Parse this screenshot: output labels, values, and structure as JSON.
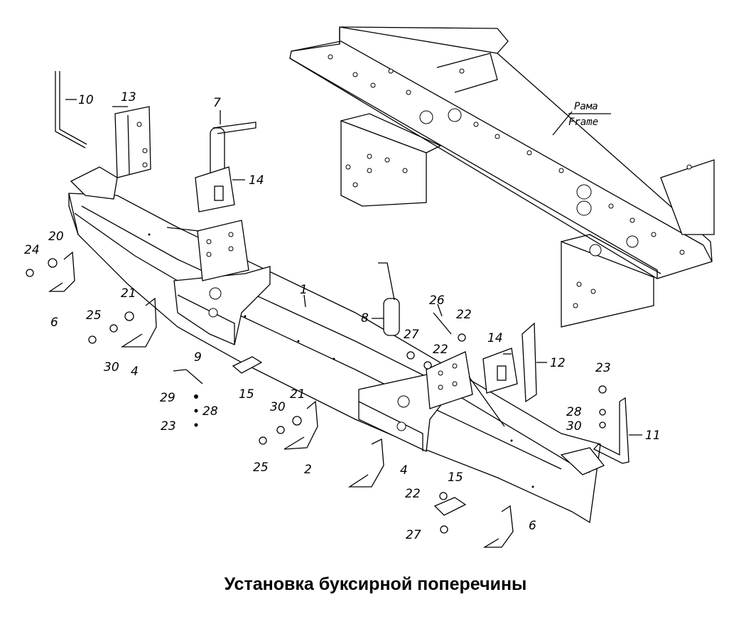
{
  "title": "Установка буксирной поперечины",
  "frame_label": {
    "ru": "Рама",
    "en": "Frame"
  },
  "callouts": [
    {
      "id": "c1",
      "text": "1"
    },
    {
      "id": "c2",
      "text": "2"
    },
    {
      "id": "c4a",
      "text": "4"
    },
    {
      "id": "c4b",
      "text": "4"
    },
    {
      "id": "c6a",
      "text": "6"
    },
    {
      "id": "c6b",
      "text": "6"
    },
    {
      "id": "c7",
      "text": "7"
    },
    {
      "id": "c8",
      "text": "8"
    },
    {
      "id": "c9",
      "text": "9"
    },
    {
      "id": "c10",
      "text": "10"
    },
    {
      "id": "c11",
      "text": "11"
    },
    {
      "id": "c12",
      "text": "12"
    },
    {
      "id": "c13",
      "text": "13"
    },
    {
      "id": "c14a",
      "text": "14"
    },
    {
      "id": "c14b",
      "text": "14"
    },
    {
      "id": "c15a",
      "text": "15"
    },
    {
      "id": "c15b",
      "text": "15"
    },
    {
      "id": "c20",
      "text": "20"
    },
    {
      "id": "c21a",
      "text": "21"
    },
    {
      "id": "c21b",
      "text": "21"
    },
    {
      "id": "c22a",
      "text": "22"
    },
    {
      "id": "c22b",
      "text": "22"
    },
    {
      "id": "c22c",
      "text": "22"
    },
    {
      "id": "c23a",
      "text": "23"
    },
    {
      "id": "c23b",
      "text": "23"
    },
    {
      "id": "c24",
      "text": "24"
    },
    {
      "id": "c25a",
      "text": "25"
    },
    {
      "id": "c25b",
      "text": "25"
    },
    {
      "id": "c26",
      "text": "26"
    },
    {
      "id": "c27a",
      "text": "27"
    },
    {
      "id": "c27b",
      "text": "27"
    },
    {
      "id": "c28a",
      "text": "28"
    },
    {
      "id": "c28b",
      "text": "28"
    },
    {
      "id": "c29",
      "text": "29"
    },
    {
      "id": "c30a",
      "text": "30"
    },
    {
      "id": "c30b",
      "text": "30"
    },
    {
      "id": "c30c",
      "text": "30"
    }
  ]
}
